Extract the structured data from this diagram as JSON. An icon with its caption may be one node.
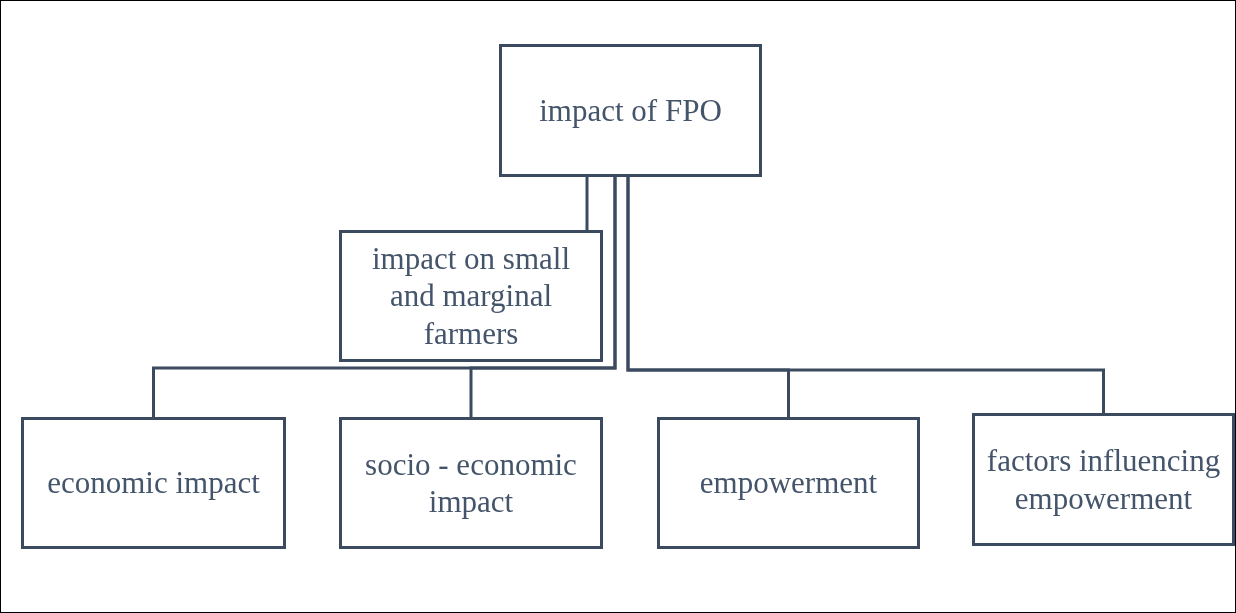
{
  "diagram": {
    "nodes": [
      {
        "text": [
          "impact of FPO"
        ]
      },
      {
        "text": [
          "impact on small and marginal farmers"
        ]
      },
      {
        "text": [
          "economic impact"
        ]
      },
      {
        "text": [
          "socio - economic impact"
        ]
      },
      {
        "text": [
          "empowerment"
        ]
      },
      {
        "text": [
          "factors influencing empowerment"
        ]
      }
    ],
    "edges": [
      {
        "from": 0,
        "to": 1,
        "arrow": "none"
      },
      {
        "from": 0,
        "to": 2,
        "arrow": "none"
      },
      {
        "from": 0,
        "to": 3,
        "arrow": "none"
      },
      {
        "from": 0,
        "to": 4,
        "arrow": "none"
      },
      {
        "from": 0,
        "to": 5,
        "arrow": "none"
      }
    ]
  }
}
